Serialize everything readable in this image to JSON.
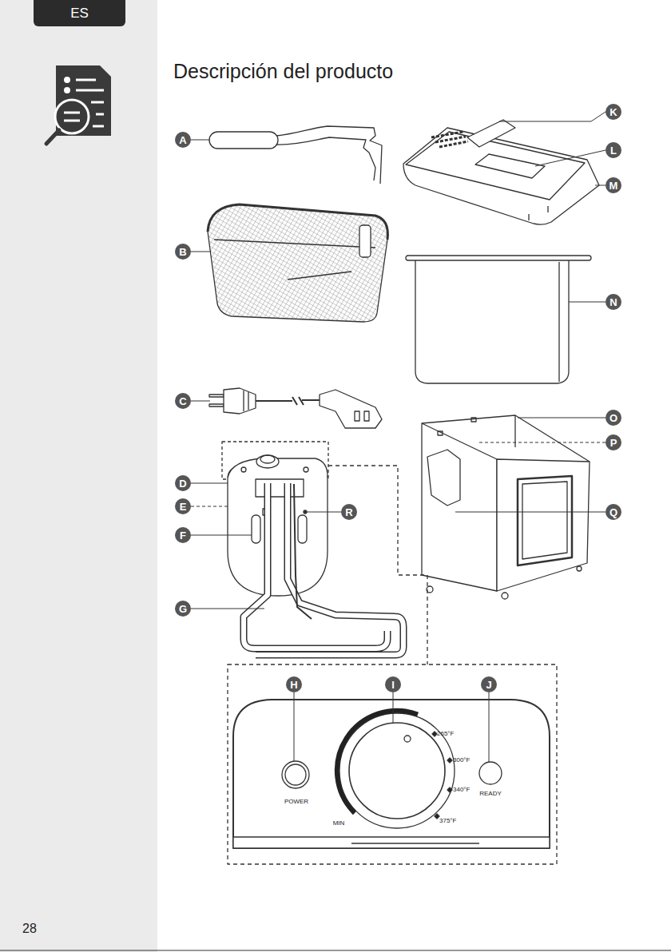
{
  "diagram": {
    "title": "Descripción del producto",
    "nodes": [
      {
        "text": [
          "ES"
        ]
      },
      {
        "text": [
          "A"
        ]
      },
      {
        "text": [
          "B"
        ]
      },
      {
        "text": [
          "C"
        ]
      },
      {
        "text": [
          "D"
        ]
      },
      {
        "text": [
          "E"
        ]
      },
      {
        "text": [
          "F"
        ]
      },
      {
        "text": [
          "G"
        ]
      },
      {
        "text": [
          "H"
        ]
      },
      {
        "text": [
          "I"
        ]
      },
      {
        "text": [
          "J"
        ]
      },
      {
        "text": [
          "K"
        ]
      },
      {
        "text": [
          "L"
        ]
      },
      {
        "text": [
          "M"
        ]
      },
      {
        "text": [
          "N"
        ]
      },
      {
        "text": [
          "O"
        ]
      },
      {
        "text": [
          "P"
        ]
      },
      {
        "text": [
          "Q"
        ]
      },
      {
        "text": [
          "R"
        ]
      }
    ],
    "labels": [
      "28",
      "265°F",
      "300°F",
      "340°F",
      "375°F",
      "POWER",
      "READY",
      "MIN"
    ]
  }
}
